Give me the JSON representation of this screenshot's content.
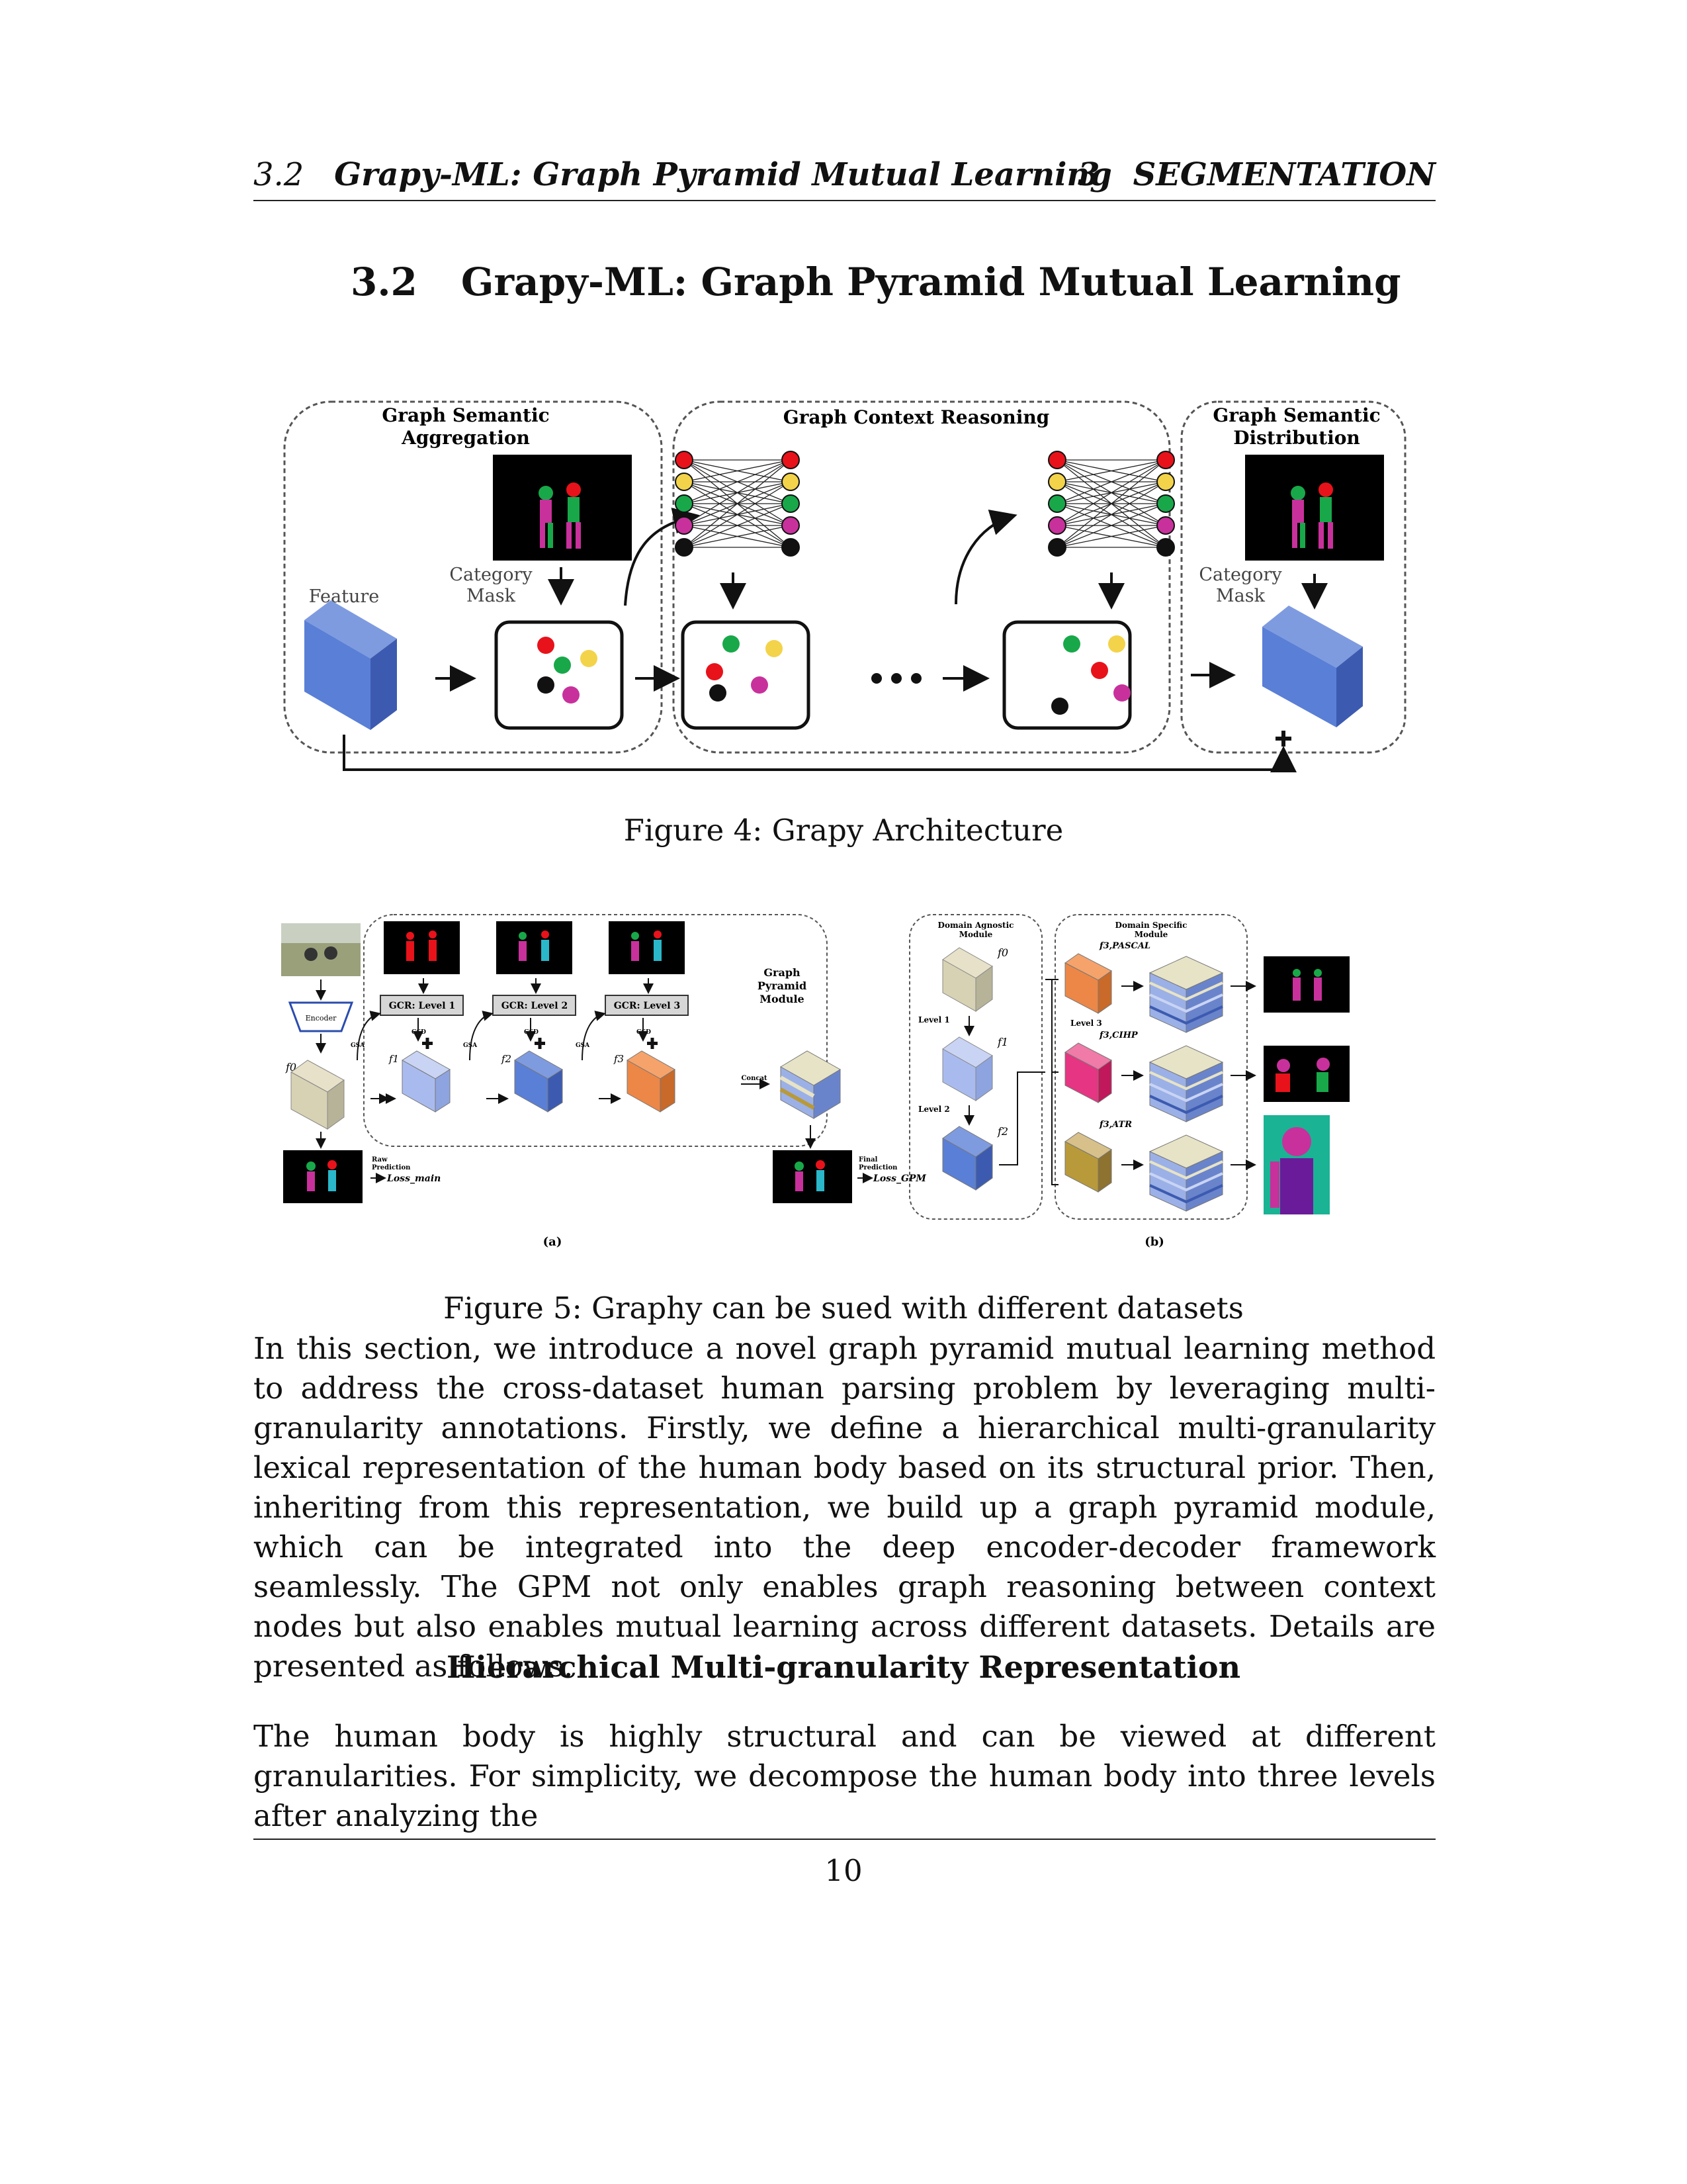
{
  "running_head": {
    "section_number": "3.2",
    "section_title": "Grapy-ML: Graph Pyramid Mutual Learning",
    "chapter_number": "3",
    "chapter_title": "SEGMENTATION"
  },
  "section": {
    "number": "3.2",
    "title": "Grapy-ML: Graph Pyramid Mutual Learning"
  },
  "figure4": {
    "caption": "Figure 4: Grapy Architecture",
    "labels": {
      "gsa": "Graph Semantic Aggregation",
      "gcr": "Graph Context Reasoning",
      "gsd": "Graph Semantic Distribution",
      "feature": "Feature",
      "category_mask": "Category Mask"
    },
    "node_colors": [
      "#e8121b",
      "#f3d34a",
      "#18a84a",
      "#c8319b",
      "#111111"
    ]
  },
  "figure5": {
    "caption": "Figure 5: Graphy can be sued with different datasets",
    "panel_a": {
      "label": "(a)",
      "encoder": "Encoder",
      "gcr_levels": [
        "GCR: Level 1",
        "GCR: Level 2",
        "GCR: Level 3"
      ],
      "gpm": "Graph Pyramid Module",
      "gsa": "GSA",
      "gsd": "GSD",
      "concat": "Concat",
      "raw_prediction": "Raw Prediction",
      "loss_main": "Loss_main",
      "final_prediction": "Final Prediction",
      "loss_gpm": "Loss_GPM",
      "f0": "f0",
      "f1": "f1",
      "f2": "f2",
      "f3": "f3"
    },
    "panel_b": {
      "label": "(b)",
      "agnostic": "Domain Agnostic Module",
      "specific": "Domain Specific Module",
      "level1": "Level 1",
      "level2": "Level 2",
      "level3": "Level 3",
      "f0": "f0",
      "f1": "f1",
      "f2": "f2",
      "f3_pascal": "f3,PASCAL",
      "f3_cihp": "f3,CIHP",
      "f3_atr": "f3,ATR"
    }
  },
  "body": {
    "paragraph1": "In this section, we introduce a novel graph pyramid mutual learning method to address the cross-dataset human parsing problem by leveraging multi-granularity annotations. Firstly, we define a hierarchical multi-granularity lexical representation of the human body based on its structural prior. Then, inheriting from this representation, we build up a graph pyramid module, which can be integrated into the deep encoder-decoder framework seamlessly. The GPM not only enables graph reasoning between context nodes but also enables mutual learning across different datasets. Details are presented as follows.",
    "subheading": "Hierarchical Multi-granularity Representation",
    "paragraph2": "The human body is highly structural and can be viewed at different granularities. For simplicity, we decompose the human body into three levels after analyzing the"
  },
  "page_number": "10"
}
